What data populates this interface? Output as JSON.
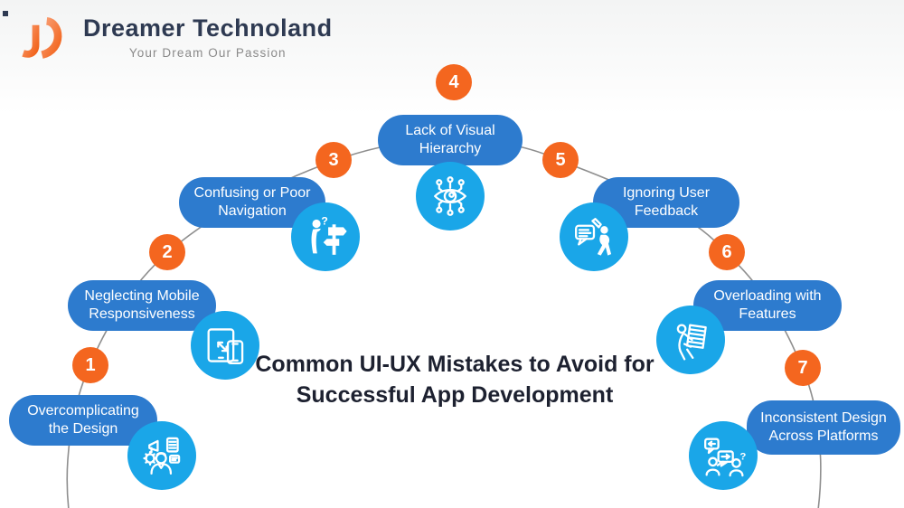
{
  "brand": {
    "name": "Dreamer Technoland",
    "tagline": "Your Dream Our Passion"
  },
  "title": {
    "line1": "Common UI-UX Mistakes to Avoid for",
    "line2": "Successful App Development"
  },
  "items": [
    {
      "number": "1",
      "label": "Overcomplicating the Design",
      "icon": "designer-megaphone-gear-icon"
    },
    {
      "number": "2",
      "label": "Neglecting Mobile Responsiveness",
      "icon": "tablet-phone-resize-icon"
    },
    {
      "number": "3",
      "label": "Confusing or Poor Navigation",
      "icon": "person-signpost-question-icon"
    },
    {
      "number": "4",
      "label": "Lack of Visual Hierarchy",
      "icon": "eye-network-icon"
    },
    {
      "number": "5",
      "label": "Ignoring User Feedback",
      "icon": "walking-away-from-feedback-icon"
    },
    {
      "number": "6",
      "label": "Overloading with Features",
      "icon": "person-carrying-load-icon"
    },
    {
      "number": "7",
      "label": "Inconsistent Design Across Platforms",
      "icon": "mismatched-conversation-icon"
    }
  ],
  "colors": {
    "pill_blue": "#2d7bce",
    "icon_circle_blue": "#1aa6e8",
    "number_orange": "#f4661f",
    "connector_gray": "#8f8f8f",
    "title_dark": "#1d2130",
    "brand_navy": "#2e3a52",
    "tagline_gray": "#8a8a8a",
    "logo_orange": "#f2641c"
  }
}
